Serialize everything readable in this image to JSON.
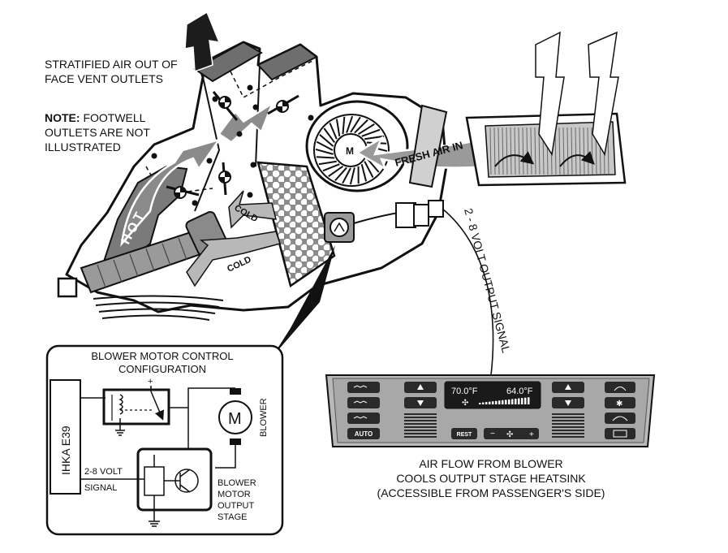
{
  "annotations": {
    "stratified_1": "STRATIFIED AIR OUT OF",
    "stratified_2": "FACE VENT OUTLETS",
    "note_bold": "NOTE:",
    "note_1": " FOOTWELL",
    "note_2": "OUTLETS ARE NOT",
    "note_3": "ILLUSTRATED",
    "fresh_air": "FRESH AIR IN",
    "hot": "HOT",
    "cold_upper": "COLD",
    "cold_lower": "COLD",
    "motor_letter": "M",
    "output_signal": "2 - 8 VOLT OUTPUT SIGNAL",
    "airflow_1": "AIR FLOW FROM BLOWER",
    "airflow_2": "COOLS OUTPUT STAGE HEATSINK",
    "airflow_3": "(ACCESSIBLE FROM PASSENGER'S SIDE)"
  },
  "schematic": {
    "title_1": "BLOWER MOTOR CONTROL",
    "title_2": "CONFIGURATION",
    "module": "IHKA E39",
    "signal_1": "2-8 VOLT",
    "signal_2": "SIGNAL",
    "blower": "BLOWER",
    "motor_letter": "M",
    "output_1": "BLOWER",
    "output_2": "MOTOR",
    "output_3": "OUTPUT",
    "output_4": "STAGE",
    "plus": "+"
  },
  "control_panel": {
    "temp_left": "70.0°F",
    "temp_right": "64.0°F",
    "rest_label": "REST",
    "auto_label": "AUTO",
    "minus": "−",
    "plus": "+"
  }
}
